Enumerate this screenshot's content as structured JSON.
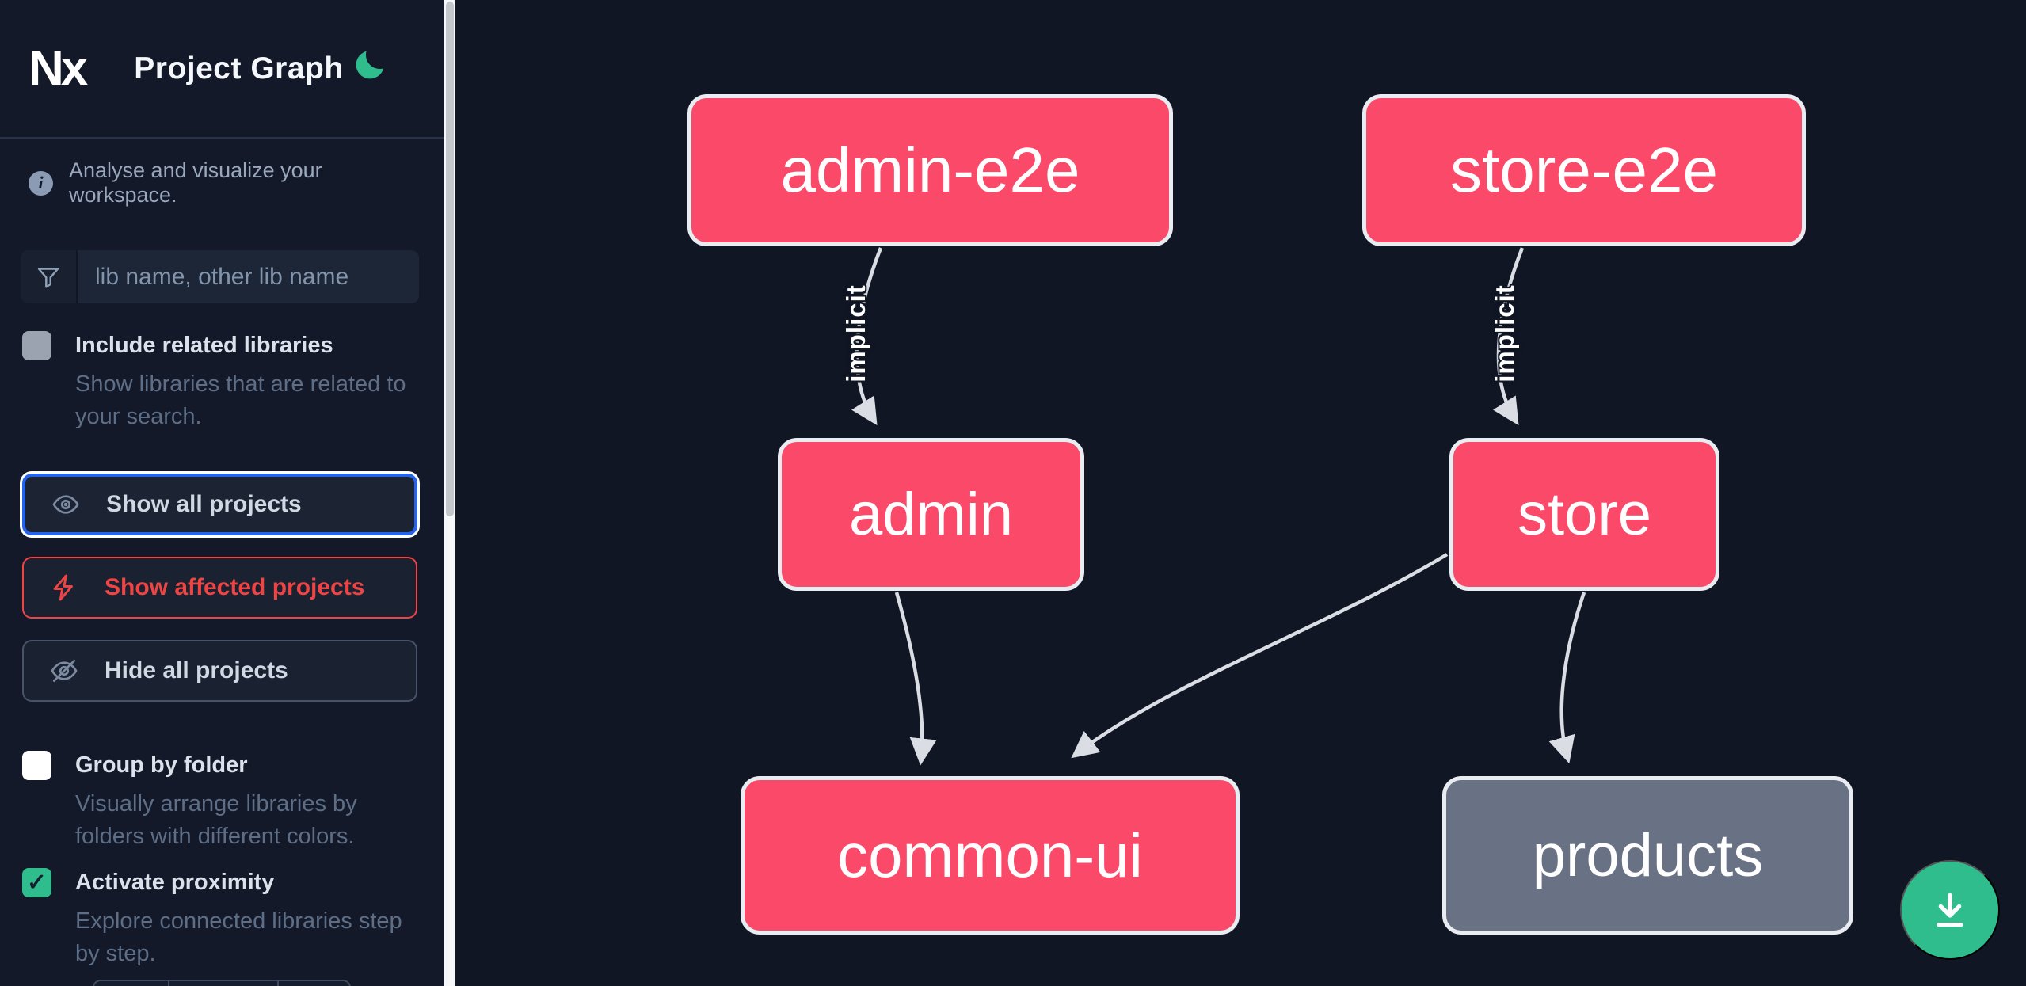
{
  "header": {
    "logo_text": "Nx",
    "title": "Project Graph"
  },
  "sidebar": {
    "tagline": "Analyse and visualize your workspace.",
    "search": {
      "placeholder": "lib name, other lib name",
      "value": ""
    },
    "options": [
      {
        "label": "Include related libraries",
        "description": "Show libraries that are related to your search.",
        "checked": false
      },
      {
        "label": "Group by folder",
        "description": "Visually arrange libraries by folders with different colors.",
        "checked": false
      },
      {
        "label": "Activate proximity",
        "description": "Explore connected libraries step by step.",
        "checked": true
      }
    ],
    "check_glyph": "✓",
    "actions": [
      {
        "label": "Show all projects",
        "icon": "eye-icon",
        "state": "focused"
      },
      {
        "label": "Show affected projects",
        "icon": "bolt-icon",
        "state": "danger"
      },
      {
        "label": "Hide all projects",
        "icon": "eye-slash-icon",
        "state": "default"
      }
    ]
  },
  "graph": {
    "nodes": [
      {
        "id": "admin-e2e",
        "label": "admin-e2e",
        "color": "pink"
      },
      {
        "id": "store-e2e",
        "label": "store-e2e",
        "color": "pink"
      },
      {
        "id": "admin",
        "label": "admin",
        "color": "pink"
      },
      {
        "id": "store",
        "label": "store",
        "color": "pink"
      },
      {
        "id": "common-ui",
        "label": "common-ui",
        "color": "pink"
      },
      {
        "id": "products",
        "label": "products",
        "color": "gray"
      }
    ],
    "edges": [
      {
        "source": "admin-e2e",
        "target": "admin",
        "label": "implicit"
      },
      {
        "source": "store-e2e",
        "target": "store",
        "label": "implicit"
      },
      {
        "source": "admin",
        "target": "common-ui",
        "label": ""
      },
      {
        "source": "store",
        "target": "common-ui",
        "label": ""
      },
      {
        "source": "store",
        "target": "products",
        "label": ""
      }
    ]
  },
  "fab": {
    "icon": "download-icon"
  },
  "colors": {
    "background": "#111625",
    "node_pink": "#fb4a69",
    "node_gray": "#697284",
    "node_border": "#e9edf2",
    "edge": "#e5e9ef",
    "accent_green": "#2fbd8e",
    "focus_blue": "#2563eb",
    "danger_red": "#ef4444"
  }
}
